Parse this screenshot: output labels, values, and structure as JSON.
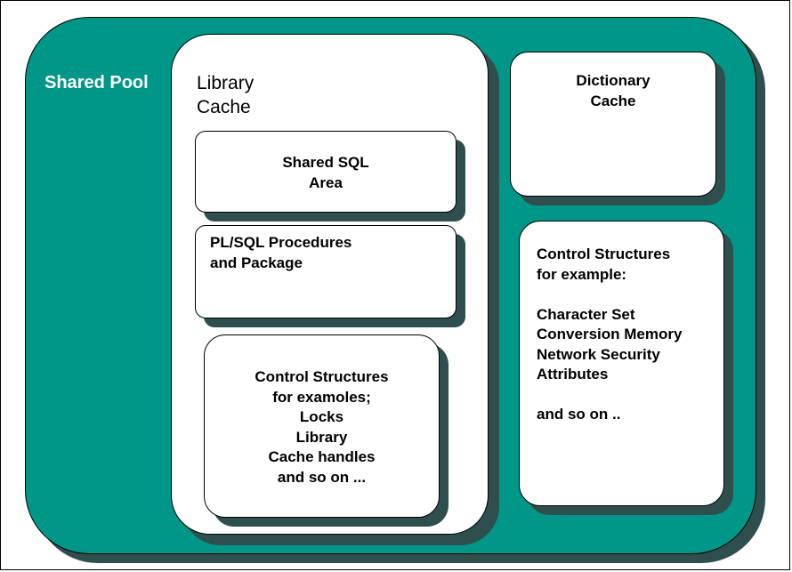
{
  "colors": {
    "pool_fill": "#009688",
    "shadow": "#2f4f4f",
    "box_fill": "#ffffff",
    "pool_label": "#ffffff"
  },
  "shared_pool": {
    "label": "Shared Pool"
  },
  "library_cache": {
    "title_lines": [
      "Library",
      "Cache"
    ],
    "shared_sql_area": {
      "lines": [
        "Shared SQL",
        "Area"
      ]
    },
    "plsql_procedures": {
      "lines": [
        "PL/SQL Procedures",
        "and Package"
      ]
    },
    "control_structures": {
      "lines": [
        "Control Structures",
        "for examoles;",
        "Locks",
        "Library",
        "Cache handles",
        "and so on ..."
      ]
    }
  },
  "dictionary_cache": {
    "lines": [
      "Dictionary",
      "Cache"
    ]
  },
  "control_structures_right": {
    "lines": [
      "Control Structures",
      "for example:",
      "",
      "Character Set",
      "Conversion Memory",
      "Network Security",
      "Attributes",
      "",
      "and so on .."
    ]
  }
}
